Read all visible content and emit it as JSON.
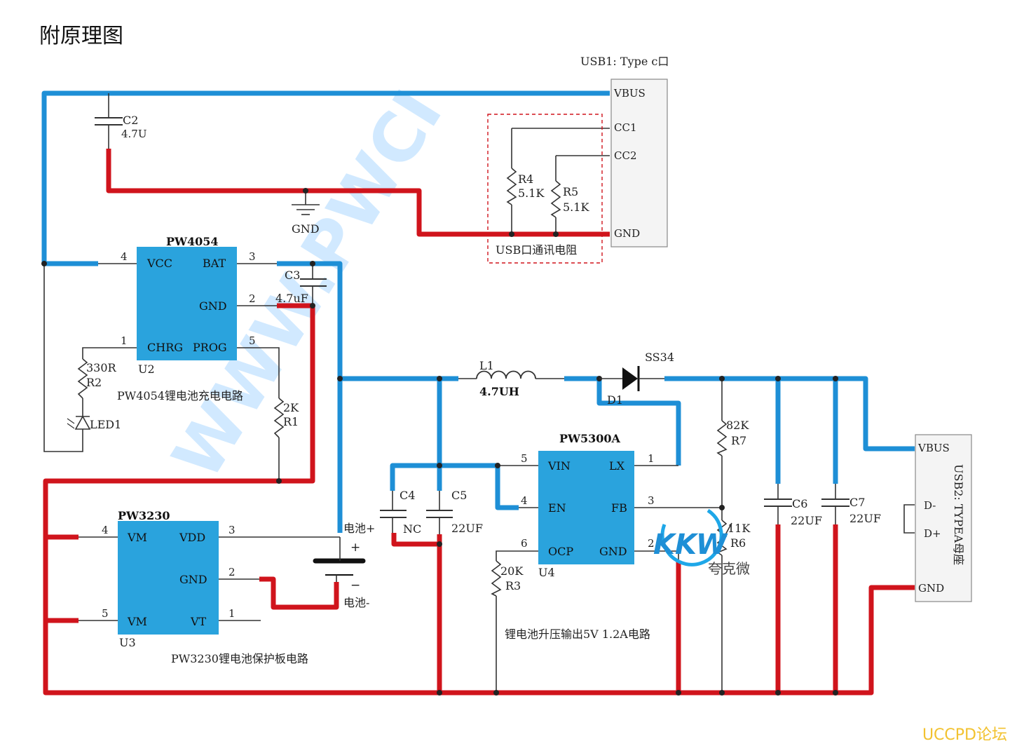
{
  "page_title": "附原理图",
  "footer": "UCCPD论坛",
  "watermark": "WWW.PWCI",
  "logo": {
    "text": "KKW",
    "subtitle": "夸克微"
  },
  "colors": {
    "positive_net": "#1e8fd6",
    "ground_net": "#d0141c",
    "chip_fill": "#2aa3dd",
    "wire": "#333333"
  },
  "usb1": {
    "title": "USB1: Type c口",
    "pins": [
      "VBUS",
      "CC1",
      "CC2",
      "GND"
    ],
    "group_label": "USB口通讯电阻"
  },
  "usb2": {
    "title": "USB2: TYPEA母座",
    "pins": [
      "VBUS",
      "D-",
      "D+",
      "GND"
    ]
  },
  "u2": {
    "name": "PW4054",
    "ref": "U2",
    "caption": "PW4054锂电池充电电路",
    "pins": {
      "vcc": "VCC",
      "bat": "BAT",
      "gnd": "GND",
      "chrg": "CHRG",
      "prog": "PROG"
    },
    "pin_numbers": {
      "vcc": "4",
      "bat": "3",
      "gnd": "2",
      "chrg": "1",
      "prog": "5"
    }
  },
  "u3": {
    "name": "PW3230",
    "ref": "U3",
    "caption": "PW3230锂电池保护板电路",
    "pins": {
      "vm_top": "VM",
      "vdd": "VDD",
      "gnd": "GND",
      "vm_bottom": "VM",
      "vt": "VT"
    },
    "pin_numbers": {
      "vm_top": "4",
      "vdd": "3",
      "gnd": "2",
      "vm_bottom": "5",
      "vt": "1"
    }
  },
  "u4": {
    "name": "PW5300A",
    "ref": "U4",
    "caption": "锂电池升压输出5V 1.2A电路",
    "pins": {
      "vin": "VIN",
      "en": "EN",
      "ocp": "OCP",
      "lx": "LX",
      "fb": "FB",
      "gnd": "GND"
    },
    "pin_numbers": {
      "vin": "5",
      "en": "4",
      "ocp": "6",
      "lx": "1",
      "fb": "3",
      "gnd": "2"
    }
  },
  "components": {
    "c2": {
      "ref": "C2",
      "value": "4.7U"
    },
    "c3": {
      "ref": "C3",
      "value": "4.7uF"
    },
    "c4": {
      "ref": "C4",
      "value": "NC"
    },
    "c5": {
      "ref": "C5",
      "value": "22UF"
    },
    "c6": {
      "ref": "C6",
      "value": "22UF"
    },
    "c7": {
      "ref": "C7",
      "value": "22UF"
    },
    "r1": {
      "ref": "R1",
      "value": "2K"
    },
    "r2": {
      "ref": "R2",
      "value": "330R"
    },
    "r3": {
      "ref": "R3",
      "value": "20K"
    },
    "r4": {
      "ref": "R4",
      "value": "5.1K"
    },
    "r5": {
      "ref": "R5",
      "value": "5.1K"
    },
    "r6": {
      "ref": "R6",
      "value": "11K"
    },
    "r7": {
      "ref": "R7",
      "value": "82K"
    },
    "l1": {
      "ref": "L1",
      "value": "4.7UH"
    },
    "d1": {
      "ref": "D1",
      "value": "SS34"
    },
    "led1": {
      "ref": "LED1"
    },
    "gnd": {
      "label": "GND"
    },
    "battery": {
      "plus_label": "电池+",
      "minus_label": "电池-",
      "plus_sign": "+",
      "minus_sign": "−"
    }
  }
}
